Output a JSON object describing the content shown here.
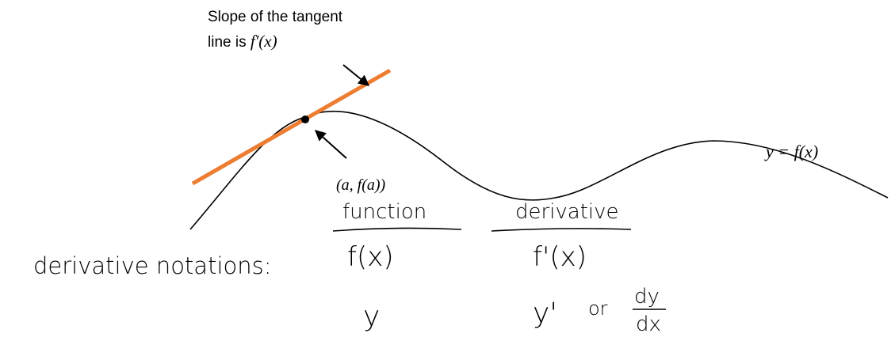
{
  "annotations": {
    "slope_line1": "Slope of the tangent",
    "slope_line2": "line is ",
    "slope_expr": "f′(x)",
    "curve_label": "y = f(x)",
    "point_label": "(a, f(a))"
  },
  "notation": {
    "row_label": "derivative notations:",
    "function_header": "function",
    "derivative_header": "derivative",
    "function_primary": "f(x)",
    "derivative_primary": "f'(x)",
    "function_alt": "y",
    "derivative_alt": "y'",
    "or_word": "or",
    "leibniz_num": "dy",
    "leibniz_den": "dx"
  },
  "colors": {
    "tangent": "#ED7D31",
    "ink": "#000000"
  }
}
